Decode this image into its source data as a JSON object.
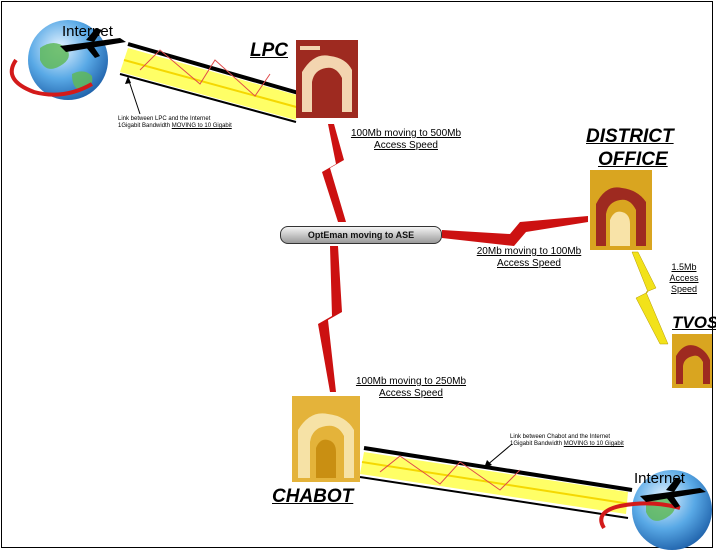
{
  "sites": {
    "lpc": "LPC",
    "district_line1": "DISTRICT",
    "district_line2": "OFFICE",
    "tvos": "TVOS",
    "chabot": "CHABOT"
  },
  "internet": {
    "top": "Internet",
    "bottom": "Internet"
  },
  "links": {
    "lpc_district": {
      "line1": "100Mb moving to 500Mb",
      "line2": "Access Speed"
    },
    "district_optbar": {
      "line1": "20Mb moving to 100Mb",
      "line2": "Access Speed"
    },
    "district_tvos": {
      "line1": "1.5Mb",
      "line2": "Access",
      "line3": "Speed"
    },
    "optbar_chabot": {
      "line1": "100Mb moving to 250Mb",
      "line2": "Access Speed"
    }
  },
  "optbar": {
    "label": "OptEman moving to ASE"
  },
  "notes": {
    "lpc": {
      "line1": "Link between LPC and the Internet",
      "line2_prefix": "1Gigabit Bandwidth",
      "line2_emph": "MOVING to 10 Gigabit"
    },
    "chabot": {
      "line1": "Link between Chabot and the Internet",
      "line2_prefix": "1Gigabit Bandwidth",
      "line2_emph": "MOVING to 10 Gigabit"
    }
  },
  "colors": {
    "bolt_red": "#cc1111",
    "bolt_yellow": "#f2e21a",
    "logo_red": "#9e2a20",
    "logo_gold": "#d9a520",
    "pipe_yellow": "#ffff66",
    "globe_blue": "#3a8fd6"
  }
}
